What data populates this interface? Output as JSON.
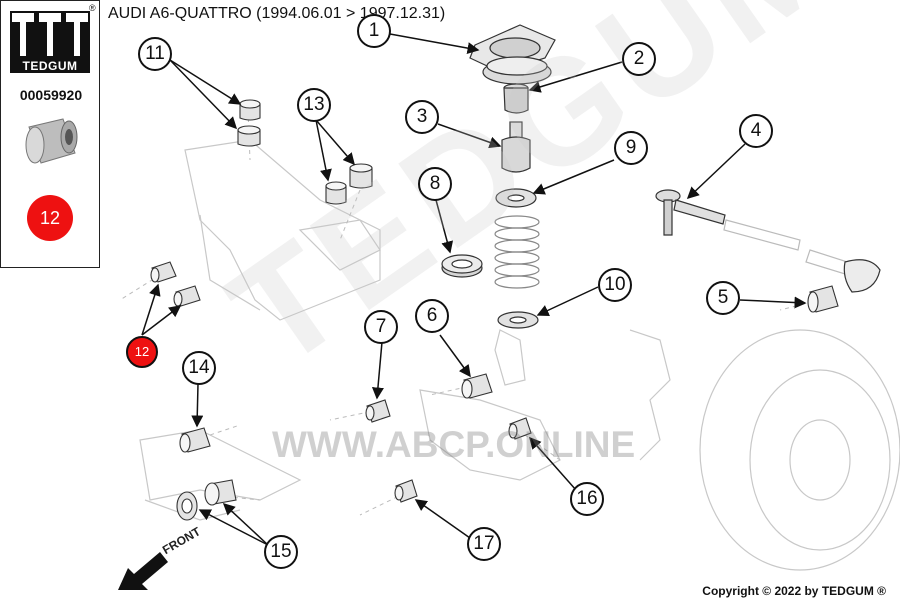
{
  "header": {
    "title": "AUDI A6-QUATTRO (1994.06.01 > 1997.12.31)"
  },
  "sidebar": {
    "brand": "TEDGUM",
    "registered_mark": "®",
    "part_number": "00059920",
    "position_badge": "12"
  },
  "watermarks": {
    "url": "WWW.ABCP.ONLINE",
    "brand": "TEDGUM"
  },
  "callouts": [
    {
      "number": "1"
    },
    {
      "number": "2"
    },
    {
      "number": "3"
    },
    {
      "number": "4"
    },
    {
      "number": "5"
    },
    {
      "number": "6"
    },
    {
      "number": "7"
    },
    {
      "number": "8"
    },
    {
      "number": "9"
    },
    {
      "number": "10"
    },
    {
      "number": "11"
    },
    {
      "number": "12"
    },
    {
      "number": "13"
    },
    {
      "number": "14"
    },
    {
      "number": "15"
    },
    {
      "number": "16"
    },
    {
      "number": "17"
    }
  ],
  "front_label": "FRONT",
  "footer": {
    "copyright": "Copyright © 2022 by TEDGUM ®"
  },
  "colors": {
    "highlight": "#ee1111",
    "line": "#111111",
    "faint": "#c8c8c8"
  }
}
